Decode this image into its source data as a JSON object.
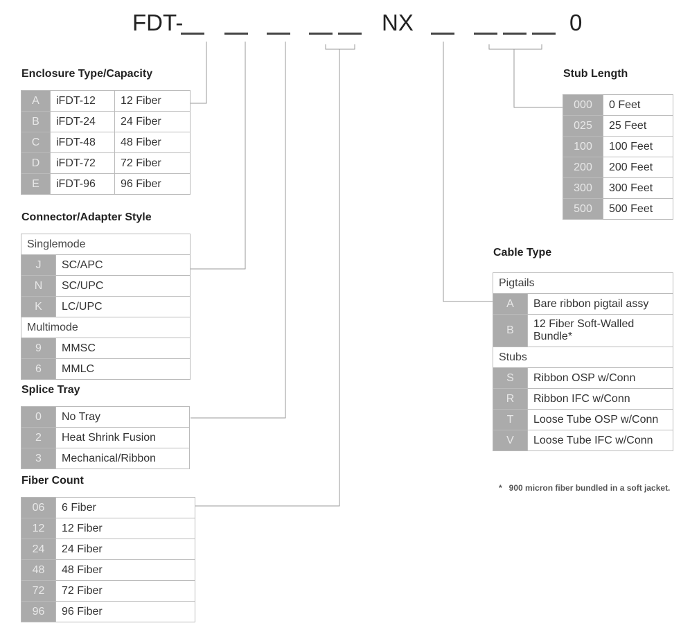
{
  "part_number": {
    "prefix": "FDT-",
    "middle": "NX",
    "suffix": "0"
  },
  "sections": {
    "enclosure": {
      "title": "Enclosure Type/Capacity",
      "rows": [
        {
          "code": "A",
          "model": "iFDT-12",
          "fibers": "12 Fiber"
        },
        {
          "code": "B",
          "model": "iFDT-24",
          "fibers": "24 Fiber"
        },
        {
          "code": "C",
          "model": "iFDT-48",
          "fibers": "48 Fiber"
        },
        {
          "code": "D",
          "model": "iFDT-72",
          "fibers": "72 Fiber"
        },
        {
          "code": "E",
          "model": "iFDT-96",
          "fibers": "96 Fiber"
        }
      ]
    },
    "connector": {
      "title": "Connector/Adapter Style",
      "group1": "Singlemode",
      "rows1": [
        {
          "code": "J",
          "label": "SC/APC"
        },
        {
          "code": "N",
          "label": "SC/UPC"
        },
        {
          "code": "K",
          "label": "LC/UPC"
        }
      ],
      "group2": "Multimode",
      "rows2": [
        {
          "code": "9",
          "label": "MMSC"
        },
        {
          "code": "6",
          "label": "MMLC"
        }
      ]
    },
    "splice_tray": {
      "title": "Splice Tray",
      "rows": [
        {
          "code": "0",
          "label": "No Tray"
        },
        {
          "code": "2",
          "label": "Heat Shrink Fusion"
        },
        {
          "code": "3",
          "label": "Mechanical/Ribbon"
        }
      ]
    },
    "fiber_count": {
      "title": "Fiber Count",
      "rows": [
        {
          "code": "06",
          "label": "6 Fiber"
        },
        {
          "code": "12",
          "label": "12 Fiber"
        },
        {
          "code": "24",
          "label": "24 Fiber"
        },
        {
          "code": "48",
          "label": "48 Fiber"
        },
        {
          "code": "72",
          "label": "72 Fiber"
        },
        {
          "code": "96",
          "label": "96 Fiber"
        }
      ]
    },
    "stub_length": {
      "title": "Stub Length",
      "rows": [
        {
          "code": "000",
          "label": "0 Feet"
        },
        {
          "code": "025",
          "label": "25 Feet"
        },
        {
          "code": "100",
          "label": "100 Feet"
        },
        {
          "code": "200",
          "label": "200 Feet"
        },
        {
          "code": "300",
          "label": "300 Feet"
        },
        {
          "code": "500",
          "label": "500 Feet"
        }
      ]
    },
    "cable_type": {
      "title": "Cable Type",
      "group1": "Pigtails",
      "rows1": [
        {
          "code": "A",
          "label": "Bare ribbon pigtail assy"
        },
        {
          "code": "B",
          "label": "12 Fiber Soft-Walled Bundle*"
        }
      ],
      "group2": "Stubs",
      "rows2": [
        {
          "code": "S",
          "label": "Ribbon OSP w/Conn"
        },
        {
          "code": "R",
          "label": "Ribbon IFC w/Conn"
        },
        {
          "code": "T",
          "label": "Loose Tube OSP w/Conn"
        },
        {
          "code": "V",
          "label": "Loose Tube IFC w/Conn"
        }
      ]
    }
  },
  "footnote": "*   900 micron fiber bundled in a soft jacket.",
  "colors": {
    "code_cell": "#ababab",
    "code_text": "#e8e8e8",
    "border": "#bbbbbb",
    "leader_line": "#999999"
  }
}
